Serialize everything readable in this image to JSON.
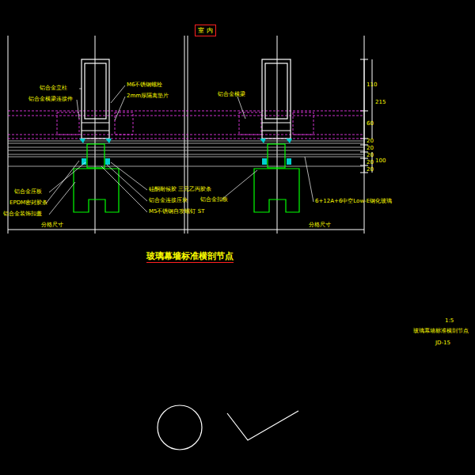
{
  "diagram": {
    "title": "玻璃幕墙标准横剖节点",
    "nodes": [
      {
        "text": [
          "室 内"
        ]
      }
    ],
    "labels": [
      "铝合金立柱",
      "铝合金横梁连接件",
      "M6不锈钢螺栓",
      "2mm厚隔离垫片",
      "铝合金横梁",
      "铝合金压板",
      "EPDM密封胶条",
      "铝合金装饰扣盖",
      "硅酮耐候胶 三元乙丙胶条",
      "铝合金连接压块",
      "M5不锈钢自攻螺钉 ST",
      "铝合金扣板",
      "6+12A+6中空Low-E钢化玻璃",
      "分格尺寸",
      "分格尺寸",
      "110",
      "215",
      "60",
      "20",
      "20",
      "20",
      "100",
      "20",
      "20",
      "1:5",
      "玻璃幕墙标准横剖节点",
      "JD-15"
    ]
  }
}
